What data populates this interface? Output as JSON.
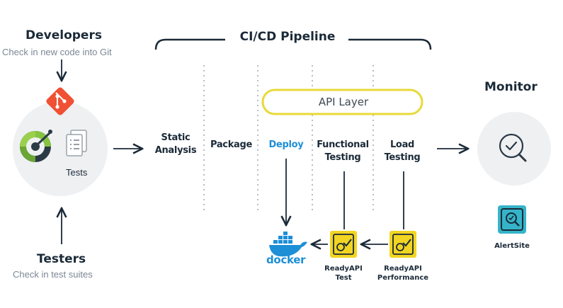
{
  "developers": {
    "title": "Developers",
    "subtitle": "Check in new code into Git"
  },
  "testers": {
    "title": "Testers",
    "subtitle": "Check in test suites"
  },
  "tests_label": "Tests",
  "pipeline": {
    "title": "CI/CD Pipeline",
    "api_layer": "API Layer"
  },
  "stages": [
    {
      "label_line1": "Static",
      "label_line2": "Analysis"
    },
    {
      "label_line1": "Package",
      "label_line2": ""
    },
    {
      "label_line1": "Deploy",
      "label_line2": ""
    },
    {
      "label_line1": "Functional",
      "label_line2": "Testing"
    },
    {
      "label_line1": "Load",
      "label_line2": "Testing"
    }
  ],
  "monitor": {
    "title": "Monitor",
    "tool_label": "AlertSite"
  },
  "tools": {
    "docker": "docker",
    "readyapi_test": {
      "line1": "ReadyAPI",
      "line2": "Test"
    },
    "readyapi_performance": {
      "line1": "ReadyAPI",
      "line2": "Performance"
    }
  },
  "colors": {
    "dark": "#1b2a38",
    "git": "#f05033",
    "deploy_blue": "#1d8fd6",
    "api_layer_border": "#e8d93a",
    "readyapi_yellow": "#f2d522",
    "alertsite_teal": "#35b4c9",
    "circle_bg": "#eef0f2",
    "connector": "#9aa3ab"
  },
  "icons": [
    "git-icon",
    "swagger-icon",
    "document-stack-icon",
    "magnifier-check-icon",
    "docker-whale-icon",
    "readyapi-test-icon",
    "readyapi-performance-icon",
    "alertsite-icon"
  ]
}
